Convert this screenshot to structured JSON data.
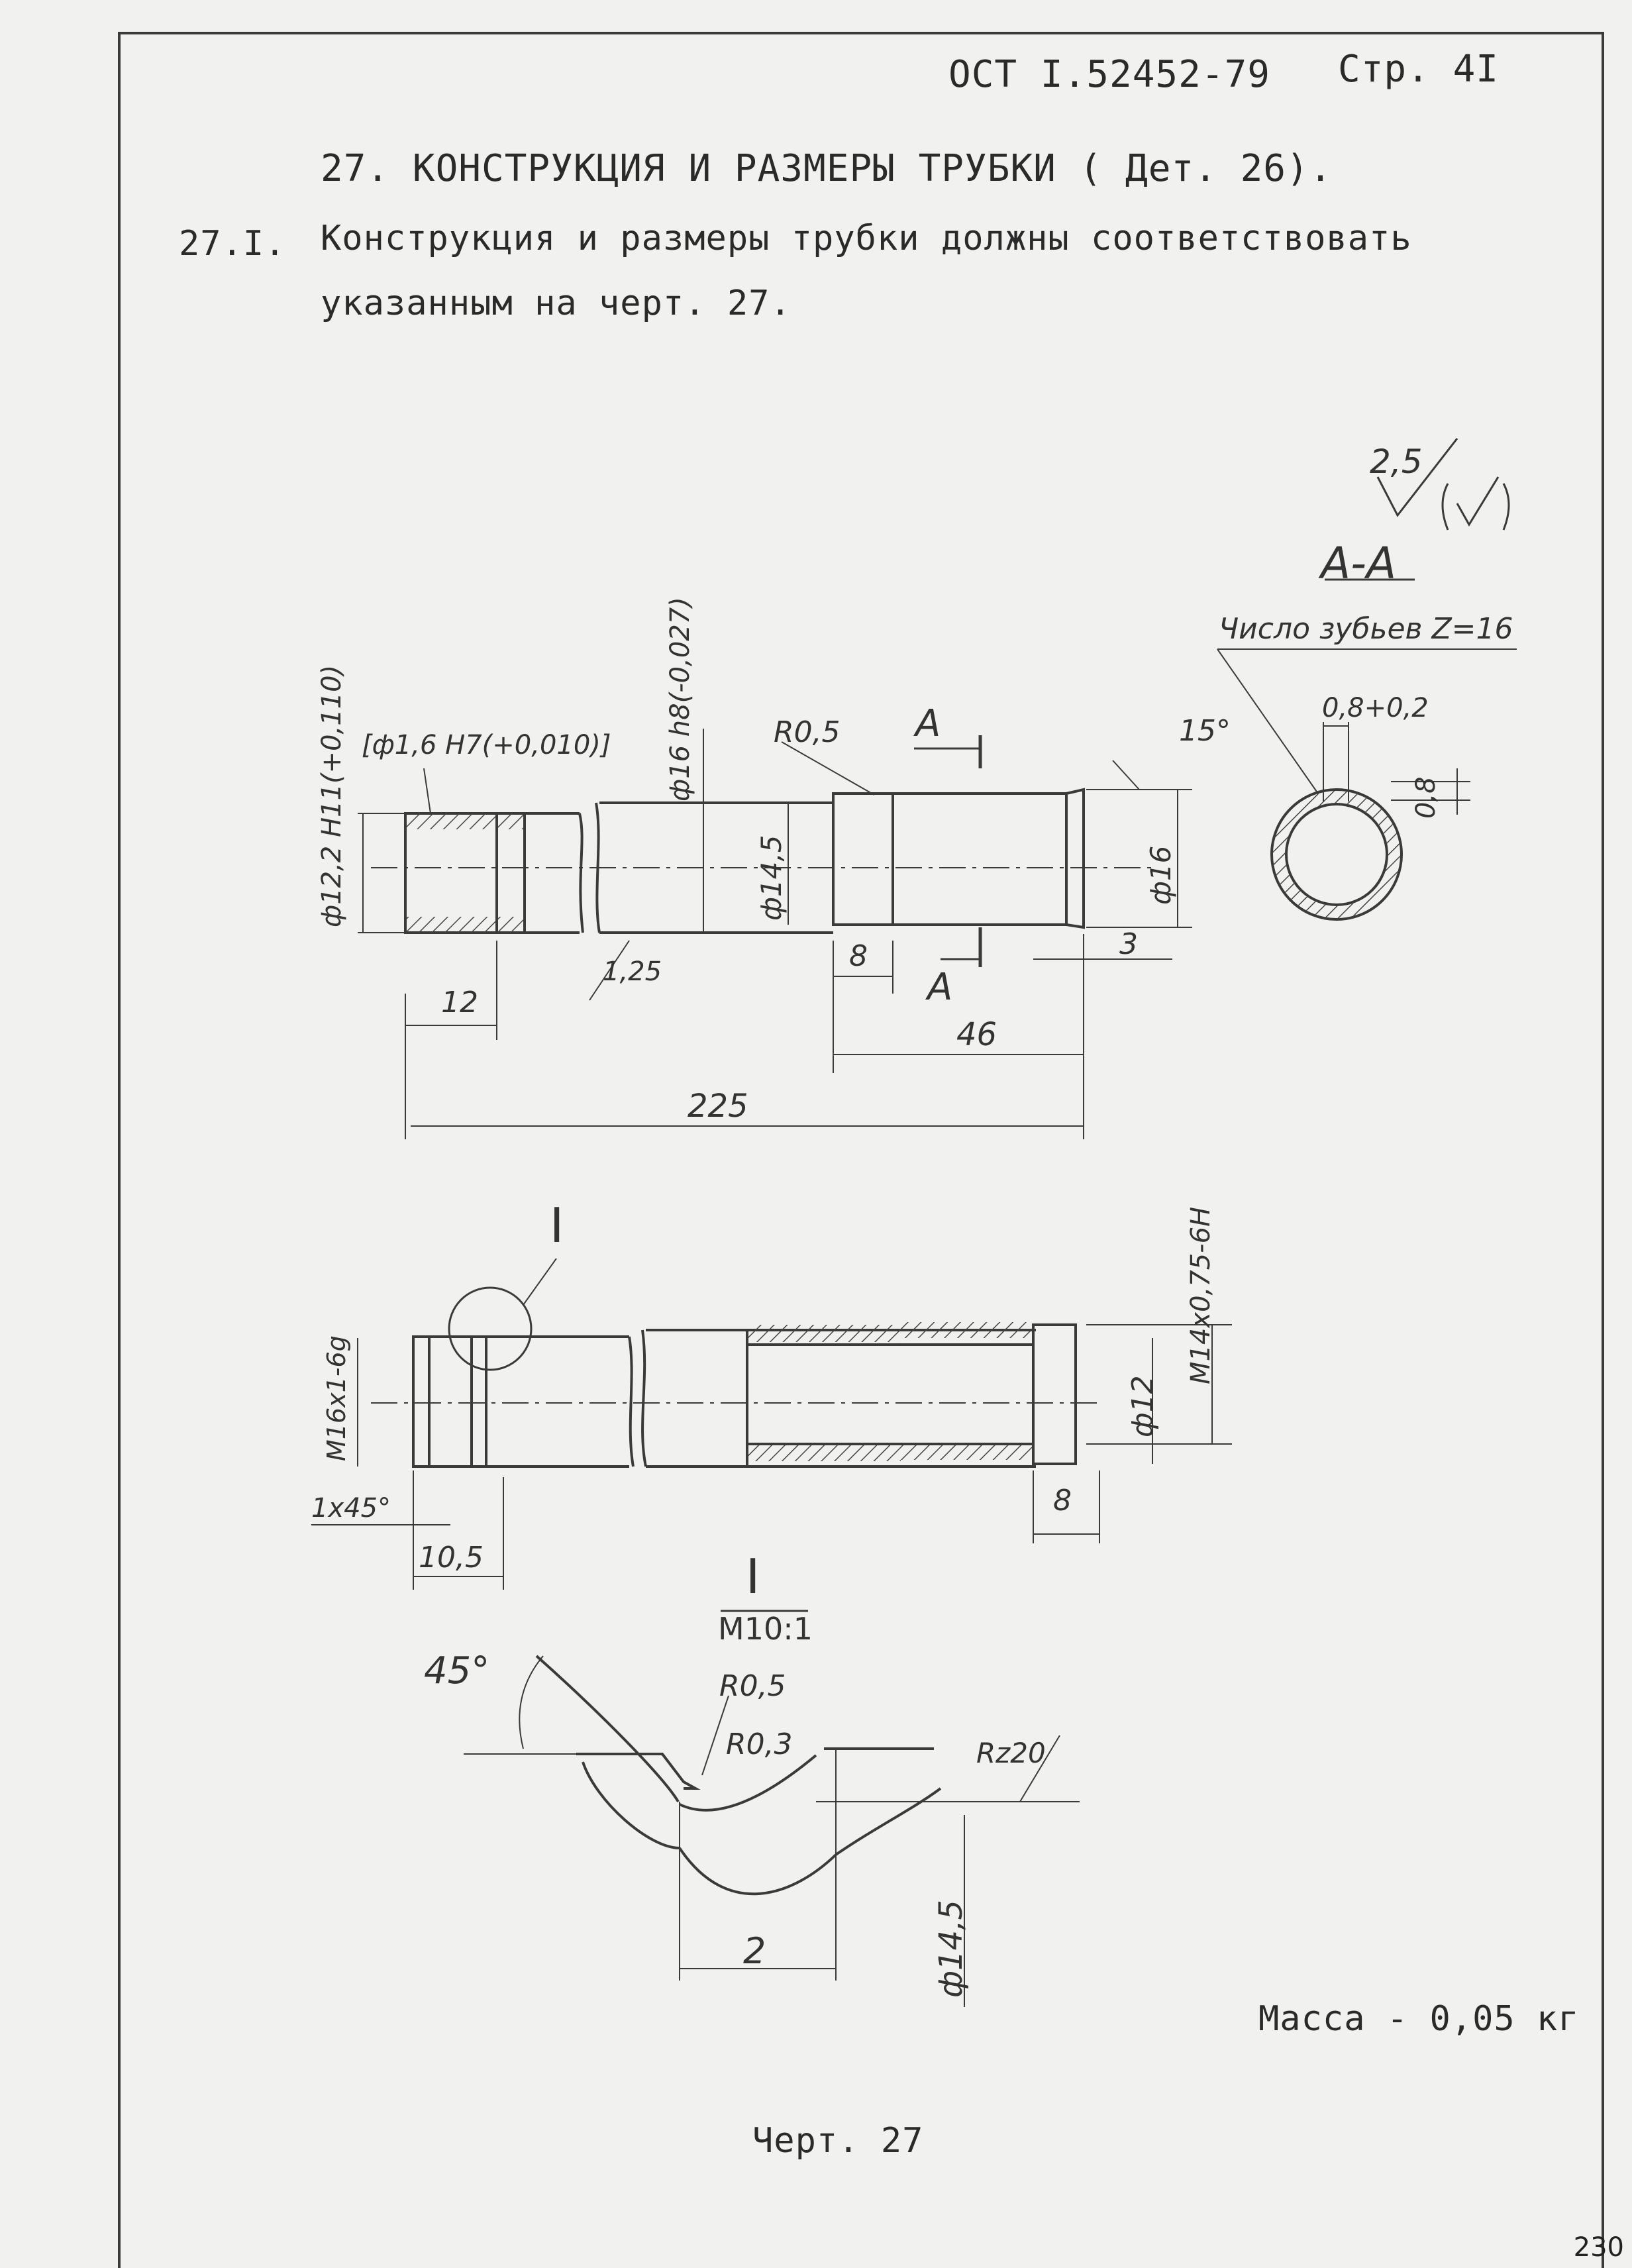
{
  "header": {
    "standard": "ОСТ I.52452-79",
    "page": "Стр. 4I"
  },
  "section": {
    "title": "27. КОНСТРУКЦИЯ И РАЗМЕРЫ ТРУБКИ ( Дет. 26).",
    "clause_number": "27.I.",
    "clause_line1": "Конструкция и размеры трубки должны соответствовать",
    "clause_line2": "указанным на черт.  27."
  },
  "drawing": {
    "roughness_value": "2,5",
    "section_label": "А-А",
    "teeth_note": "Число зубьев Z=16",
    "dim_08_02": "0,8+0,2",
    "dim_08": "0,8",
    "dim_15deg": "15°",
    "dim_r05_top": "R0,5",
    "cut_a_top": "А",
    "cut_a_bottom": "А",
    "dim_d16h8": "ф16 h8(-0,027)",
    "dim_d16_tol_hole": "[ф1,6 H7(+0,010)]",
    "dim_d12_2": "ф12,2 H11(+0,110)",
    "dim_d14_5_top": "ф14,5",
    "dim_d16_right": "ф16",
    "dim_125": "1,25",
    "dim_12": "12",
    "dim_8_top": "8",
    "dim_3": "3",
    "dim_46": "46",
    "dim_225": "225",
    "detail_marker": "I",
    "thread_right": "M14x0,75-6H",
    "dim_d12_mid": "ф12",
    "thread_left": "M16x1-6g",
    "chamfer": "1x45°",
    "dim_10_5": "10,5",
    "dim_8_mid": "8",
    "detail_title": "I",
    "detail_scale": "M10:1",
    "dim_45deg": "45°",
    "dim_r05_detail": "R0,5",
    "dim_r03_detail": "R0,3",
    "roughness_rz": "Rz20",
    "dim_2": "2",
    "dim_d14_5_detail": "ф14,5"
  },
  "mass": "Масса - 0,05 кг",
  "figure_caption": "Черт. 27",
  "sheet_number": "230"
}
